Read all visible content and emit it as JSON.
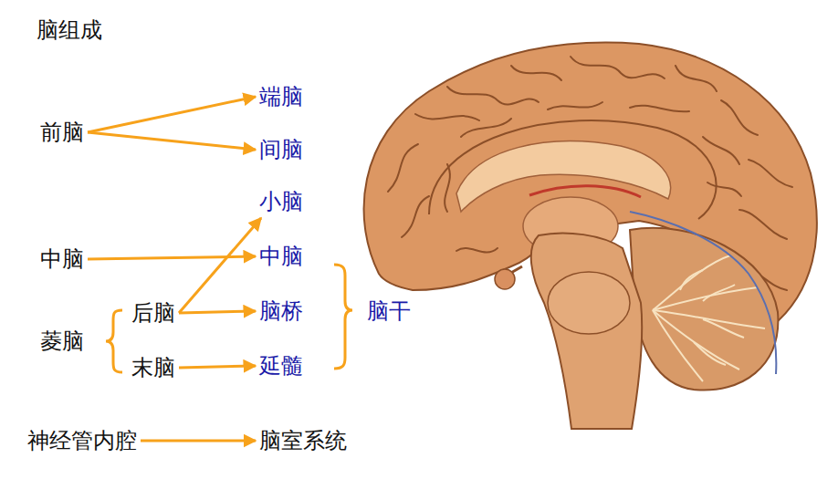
{
  "diagram": {
    "title": "脑组成",
    "nodes": [
      {
        "text": [
          "前脑"
        ]
      },
      {
        "text": [
          "端脑"
        ]
      },
      {
        "text": [
          "间脑"
        ]
      },
      {
        "text": [
          "小脑"
        ]
      },
      {
        "text": [
          "中脑"
        ]
      },
      {
        "text": [
          "中脑"
        ]
      },
      {
        "text": [
          "菱脑"
        ]
      },
      {
        "text": [
          "后脑"
        ]
      },
      {
        "text": [
          "脑桥"
        ]
      },
      {
        "text": [
          "末脑"
        ]
      },
      {
        "text": [
          "延髓"
        ]
      },
      {
        "text": [
          "脑干"
        ]
      },
      {
        "text": [
          "神经管内腔"
        ]
      },
      {
        "text": [
          "脑室系统"
        ]
      }
    ],
    "edges": [
      {
        "from": 0,
        "to": 1,
        "arrow": "to"
      },
      {
        "from": 0,
        "to": 2,
        "arrow": "to"
      },
      {
        "from": 4,
        "to": 5,
        "arrow": "to"
      },
      {
        "from": 7,
        "to": 3,
        "arrow": "to"
      },
      {
        "from": 7,
        "to": 8,
        "arrow": "to"
      },
      {
        "from": 9,
        "to": 10,
        "arrow": "to"
      },
      {
        "from": 12,
        "to": 13,
        "arrow": "to"
      }
    ]
  }
}
